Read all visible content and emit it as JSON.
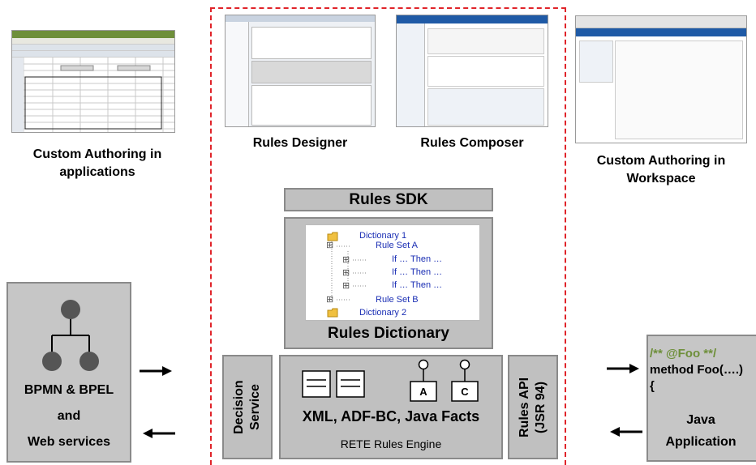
{
  "labels": {
    "custom_authoring_apps_line1": "Custom Authoring  in",
    "custom_authoring_apps_line2": "applications",
    "rules_designer": "Rules Designer",
    "rules_composer": "Rules Composer",
    "custom_authoring_ws_line1": "Custom Authoring  in",
    "custom_authoring_ws_line2": "Workspace",
    "rules_sdk": "Rules SDK",
    "rules_dictionary": "Rules Dictionary",
    "bpmn_line1": "BPMN & BPEL",
    "bpmn_line2": "and",
    "bpmn_line3": "Web services",
    "decision_service": "Decision Service",
    "facts": "XML, ADF-BC, Java Facts",
    "rete_engine": "RETE Rules Engine",
    "rules_api": "Rules API (JSR 94)",
    "fact_a": "A",
    "fact_c": "C",
    "java_code_line1": "/** @Foo **/",
    "java_code_line2": "method Foo(….)",
    "java_code_line3": "{",
    "java_app_line1": "Java",
    "java_app_line2": "Application"
  },
  "dictionary_tree": {
    "items": [
      {
        "text": "Dictionary 1",
        "expander": ""
      },
      {
        "text": "Rule Set A",
        "expander": "⊞"
      },
      {
        "text": "If … Then …",
        "expander": "⊞"
      },
      {
        "text": "If … Then …",
        "expander": "⊞"
      },
      {
        "text": "If … Then …",
        "expander": "⊞"
      },
      {
        "text": "Rule Set B",
        "expander": "⊞"
      },
      {
        "text": "Dictionary 2",
        "expander": ""
      }
    ]
  },
  "colors": {
    "gray_box": "#c0c0c0",
    "dashed_border": "#e0242a",
    "tree_text": "#1a2eb4",
    "folder": "#f0c040"
  }
}
